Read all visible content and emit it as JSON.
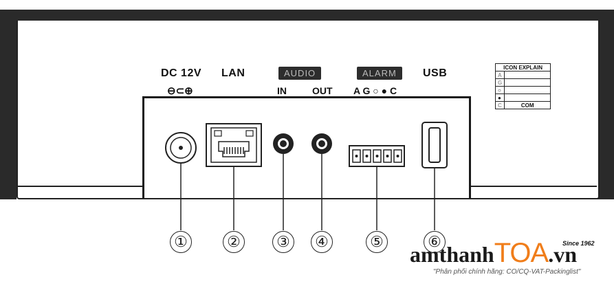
{
  "labels": {
    "dc": "DC 12V",
    "dc_polarity": "⊖⊂⊕",
    "lan": "LAN",
    "audio": "AUDIO",
    "audio_in": "IN",
    "audio_out": "OUT",
    "alarm": "ALARM",
    "alarm_pins": "A G ○ ● C",
    "usb": "USB"
  },
  "icon_table": {
    "title": "ICON EXPLAIN",
    "rows": [
      {
        "symbol": "A",
        "text": ""
      },
      {
        "symbol": "G",
        "text": ""
      },
      {
        "symbol": "○",
        "text": ""
      },
      {
        "symbol": "●",
        "text": ""
      },
      {
        "symbol": "C",
        "text": "COM"
      }
    ]
  },
  "callouts": [
    "①",
    "②",
    "③",
    "④",
    "⑤",
    "⑥"
  ],
  "watermark": {
    "brand_left": "amthanh",
    "brand_mid": "TOA",
    "brand_right": ".vn",
    "since": "Since 1962",
    "tagline": "\"Phân phối chính hãng: CO/CQ-VAT-Packinglist\""
  },
  "colors": {
    "device": "#2a2a2a",
    "accent_orange": "#f07d1a"
  }
}
